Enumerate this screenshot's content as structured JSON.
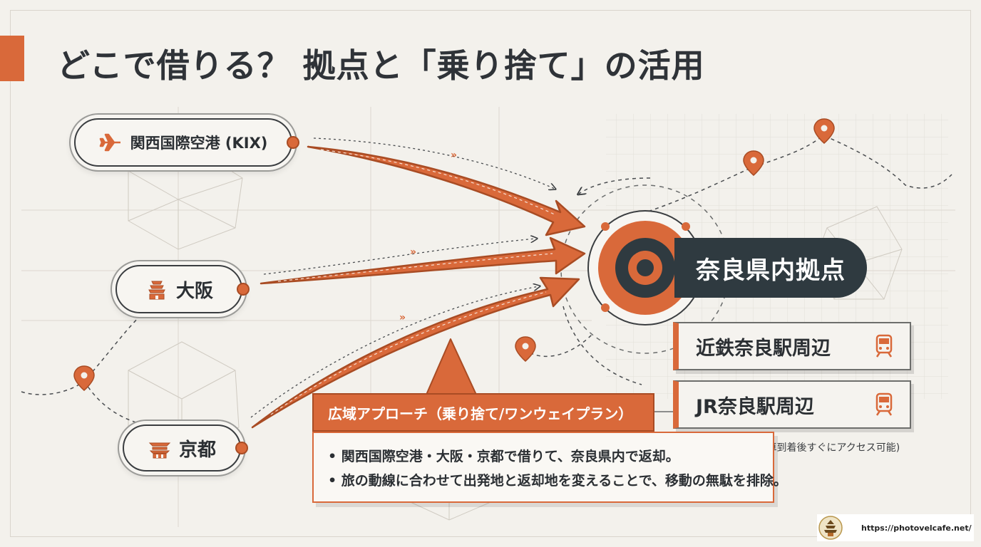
{
  "title": "どこで借りる？ 拠点と「乗り捨て」の活用",
  "origins": [
    {
      "label": "関西国際空港 (KIX)",
      "icon": "airplane-icon"
    },
    {
      "label": "大阪",
      "icon": "castle-icon"
    },
    {
      "label": "京都",
      "icon": "temple-icon"
    }
  ],
  "hub": {
    "label": "奈良県内拠点"
  },
  "stations": [
    {
      "label": "近鉄奈良駅周辺",
      "icon": "train-icon"
    },
    {
      "label": "JR奈良駅周辺",
      "icon": "train-icon"
    }
  ],
  "station_note": "(主要会社が集結。電車到着後すぐにアクセス可能)",
  "callout": {
    "heading": "広域アプローチ（乗り捨て/ワンウェイプラン）",
    "bullets": [
      "• 関西国際空港・大阪・京都で借りて、奈良県内で返却。",
      "• 旅の動線に合わせて出発地と返却地を変えることで、移動の無駄を排除。"
    ]
  },
  "footer": {
    "url": "https://photovelcafe.net/",
    "logo": "cafe-seal-logo"
  },
  "colors": {
    "accent": "#d9693a",
    "dark": "#2f3a40",
    "background": "#f3f1ec"
  }
}
